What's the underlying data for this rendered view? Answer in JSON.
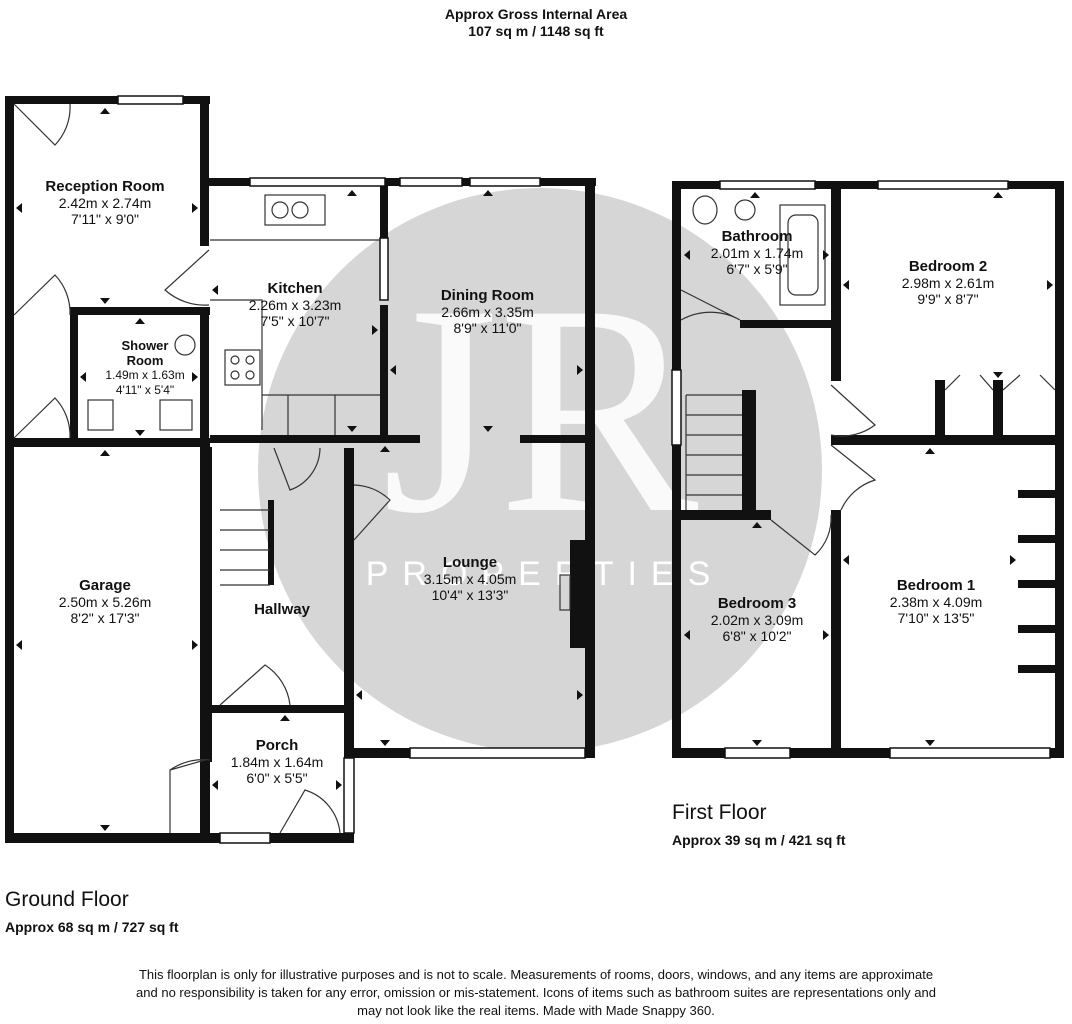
{
  "header": {
    "line1": "Approx Gross Internal Area",
    "line2": "107 sq m / 1148 sq ft"
  },
  "watermark": {
    "logo_letters": "JR",
    "brand_text": "PROPERTIES"
  },
  "ground_floor": {
    "title": "Ground Floor",
    "area": "Approx 68 sq m / 727 sq ft",
    "rooms": {
      "reception": {
        "name": "Reception Room",
        "metric": "2.42m x 2.74m",
        "imperial": "7'11\" x 9'0\""
      },
      "kitchen": {
        "name": "Kitchen",
        "metric": "2.26m x 3.23m",
        "imperial": "7'5\" x 10'7\""
      },
      "dining": {
        "name": "Dining Room",
        "metric": "2.66m x 3.35m",
        "imperial": "8'9\" x 11'0\""
      },
      "shower": {
        "name1": "Shower",
        "name2": "Room",
        "metric": "1.49m x 1.63m",
        "imperial": "4'11\" x 5'4\""
      },
      "garage": {
        "name": "Garage",
        "metric": "2.50m x 5.26m",
        "imperial": "8'2\" x 17'3\""
      },
      "hallway": {
        "name": "Hallway"
      },
      "lounge": {
        "name": "Lounge",
        "metric": "3.15m x 4.05m",
        "imperial": "10'4\" x 13'3\""
      },
      "porch": {
        "name": "Porch",
        "metric": "1.84m x 1.64m",
        "imperial": "6'0\" x 5'5\""
      }
    }
  },
  "first_floor": {
    "title": "First Floor",
    "area": "Approx 39 sq m / 421 sq ft",
    "rooms": {
      "bathroom": {
        "name": "Bathroom",
        "metric": "2.01m x 1.74m",
        "imperial": "6'7\" x 5'9\""
      },
      "bedroom2": {
        "name": "Bedroom 2",
        "metric": "2.98m x 2.61m",
        "imperial": "9'9\" x 8'7\""
      },
      "bedroom3": {
        "name": "Bedroom 3",
        "metric": "2.02m x 3.09m",
        "imperial": "6'8\" x 10'2\""
      },
      "bedroom1": {
        "name": "Bedroom 1",
        "metric": "2.38m x 4.09m",
        "imperial": "7'10\" x 13'5\""
      }
    }
  },
  "disclaimer": {
    "line1": "This floorplan is only for illustrative purposes and is not to scale. Measurements of rooms, doors, windows, and any items are approximate",
    "line2": "and no responsibility is taken for any error, omission or mis-statement. Icons of items such as bathroom suites are representations only and",
    "line3": "may not look like the real items. Made with Made Snappy 360."
  },
  "colors": {
    "wall": "#111111",
    "watermark": "#d6d6d6",
    "background": "#ffffff"
  }
}
